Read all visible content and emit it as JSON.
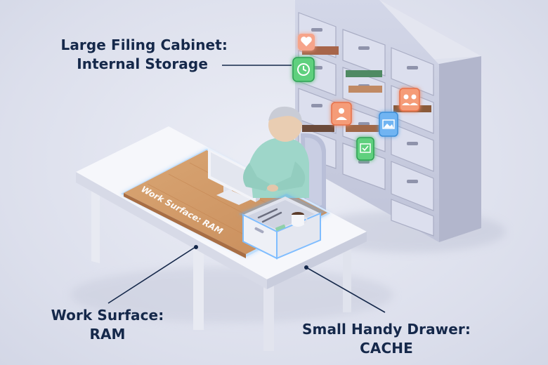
{
  "labels": {
    "cabinet": {
      "line1": "Large Filing Cabinet:",
      "line2": "Internal Storage"
    },
    "ram": {
      "line1": "Work Surface:",
      "line2": "RAM"
    },
    "cache": {
      "line1": "Small Handy Drawer:",
      "line2": "CACHE"
    }
  },
  "desk_text": "Work Surface: RAM",
  "colors": {
    "label_text": "#15284a",
    "desk_top": "#d49a66",
    "desk_frame": "#f4f5f9",
    "cabinet": "#c9cde0",
    "glow": "#5fb0ff",
    "person_shirt": "#9ed6c9"
  },
  "icons": [
    "heart-icon",
    "clock-icon",
    "user-icon",
    "image-icon",
    "check-icon",
    "people-icon"
  ]
}
